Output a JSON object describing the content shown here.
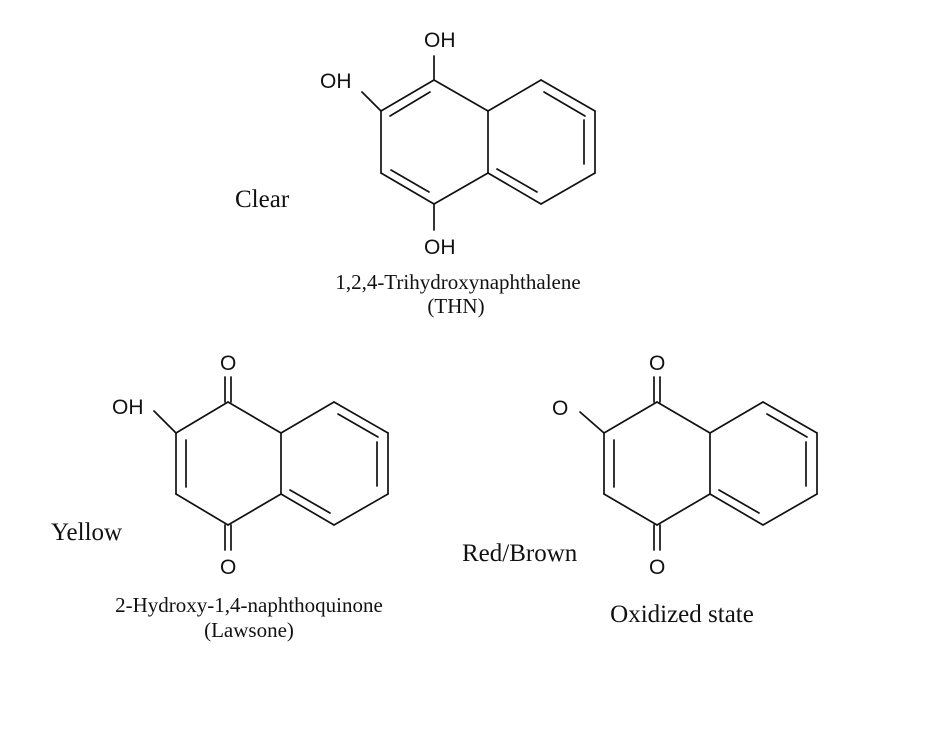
{
  "thn": {
    "atom_oh_top": "OH",
    "atom_oh_side": "OH",
    "atom_oh_bottom": "OH",
    "state_label": "Clear",
    "name": "1,2,4-Trihydroxynaphthalene",
    "abbrev": "(THN)"
  },
  "lawsone": {
    "atom_o_top": "O",
    "atom_oh_side": "OH",
    "atom_o_bottom": "O",
    "state_label": "Yellow",
    "name": "2-Hydroxy-1,4-naphthoquinone",
    "abbrev": "(Lawsone)"
  },
  "oxidized": {
    "atom_o_top": "O",
    "atom_o_side": "O",
    "atom_o_bottom": "O",
    "state_label": "Red/Brown",
    "name": "Oxidized state"
  }
}
